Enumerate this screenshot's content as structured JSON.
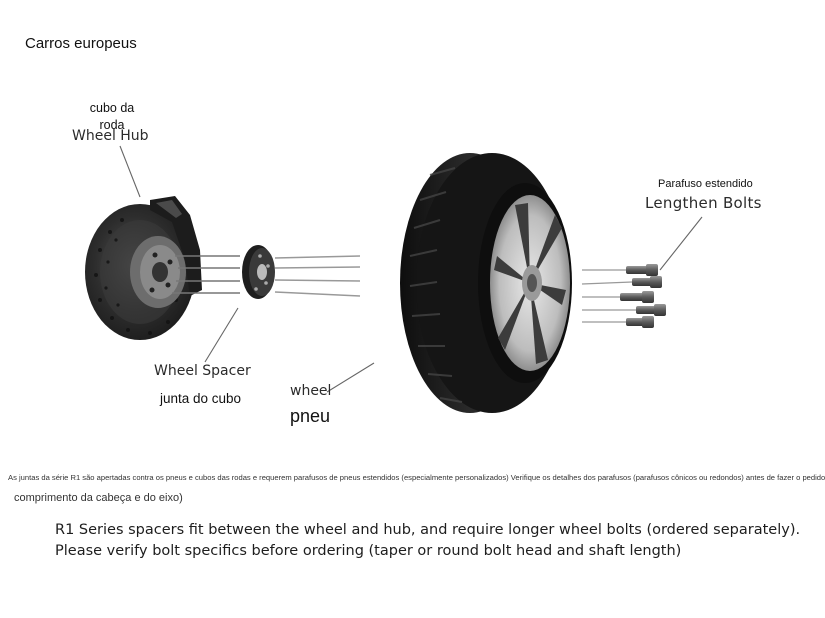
{
  "header": {
    "title": "Carros europeus"
  },
  "diagram": {
    "hub_label_pt": "cubo da roda",
    "hub_label_en": "Wheel Hub",
    "spacer_label_en": "Wheel Spacer",
    "spacer_label_pt": "junta do cubo",
    "wheel_label_en": "wheel",
    "wheel_label_pt": "pneu",
    "bolts_label_pt": "Parafuso estendido",
    "bolts_label_en": "Lengthen Bolts",
    "icons": [
      "brake-disc-icon",
      "wheel-spacer-icon",
      "tire-wheel-icon",
      "bolt-icon"
    ]
  },
  "notes": {
    "pt_line1": "As juntas da série R1 são apertadas contra os pneus e cubos das rodas e requerem parafusos de pneus estendidos (especialmente personalizados)  Verifique os detalhes dos parafusos (parafusos cônicos ou redondos) antes de fazer o pedido",
    "pt_line2": "comprimento da cabeça e do eixo)",
    "en_line1": "R1 Series spacers fit between the wheel and hub, and require longer wheel bolts (ordered separately).",
    "en_line2": "Please verify bolt specifics before ordering (taper or round bolt head and shaft length)"
  },
  "colors": {
    "text": "#222222",
    "tire": "#1a1a1a",
    "rim": "#c8c8c8",
    "disc": "#2a2a2a"
  }
}
